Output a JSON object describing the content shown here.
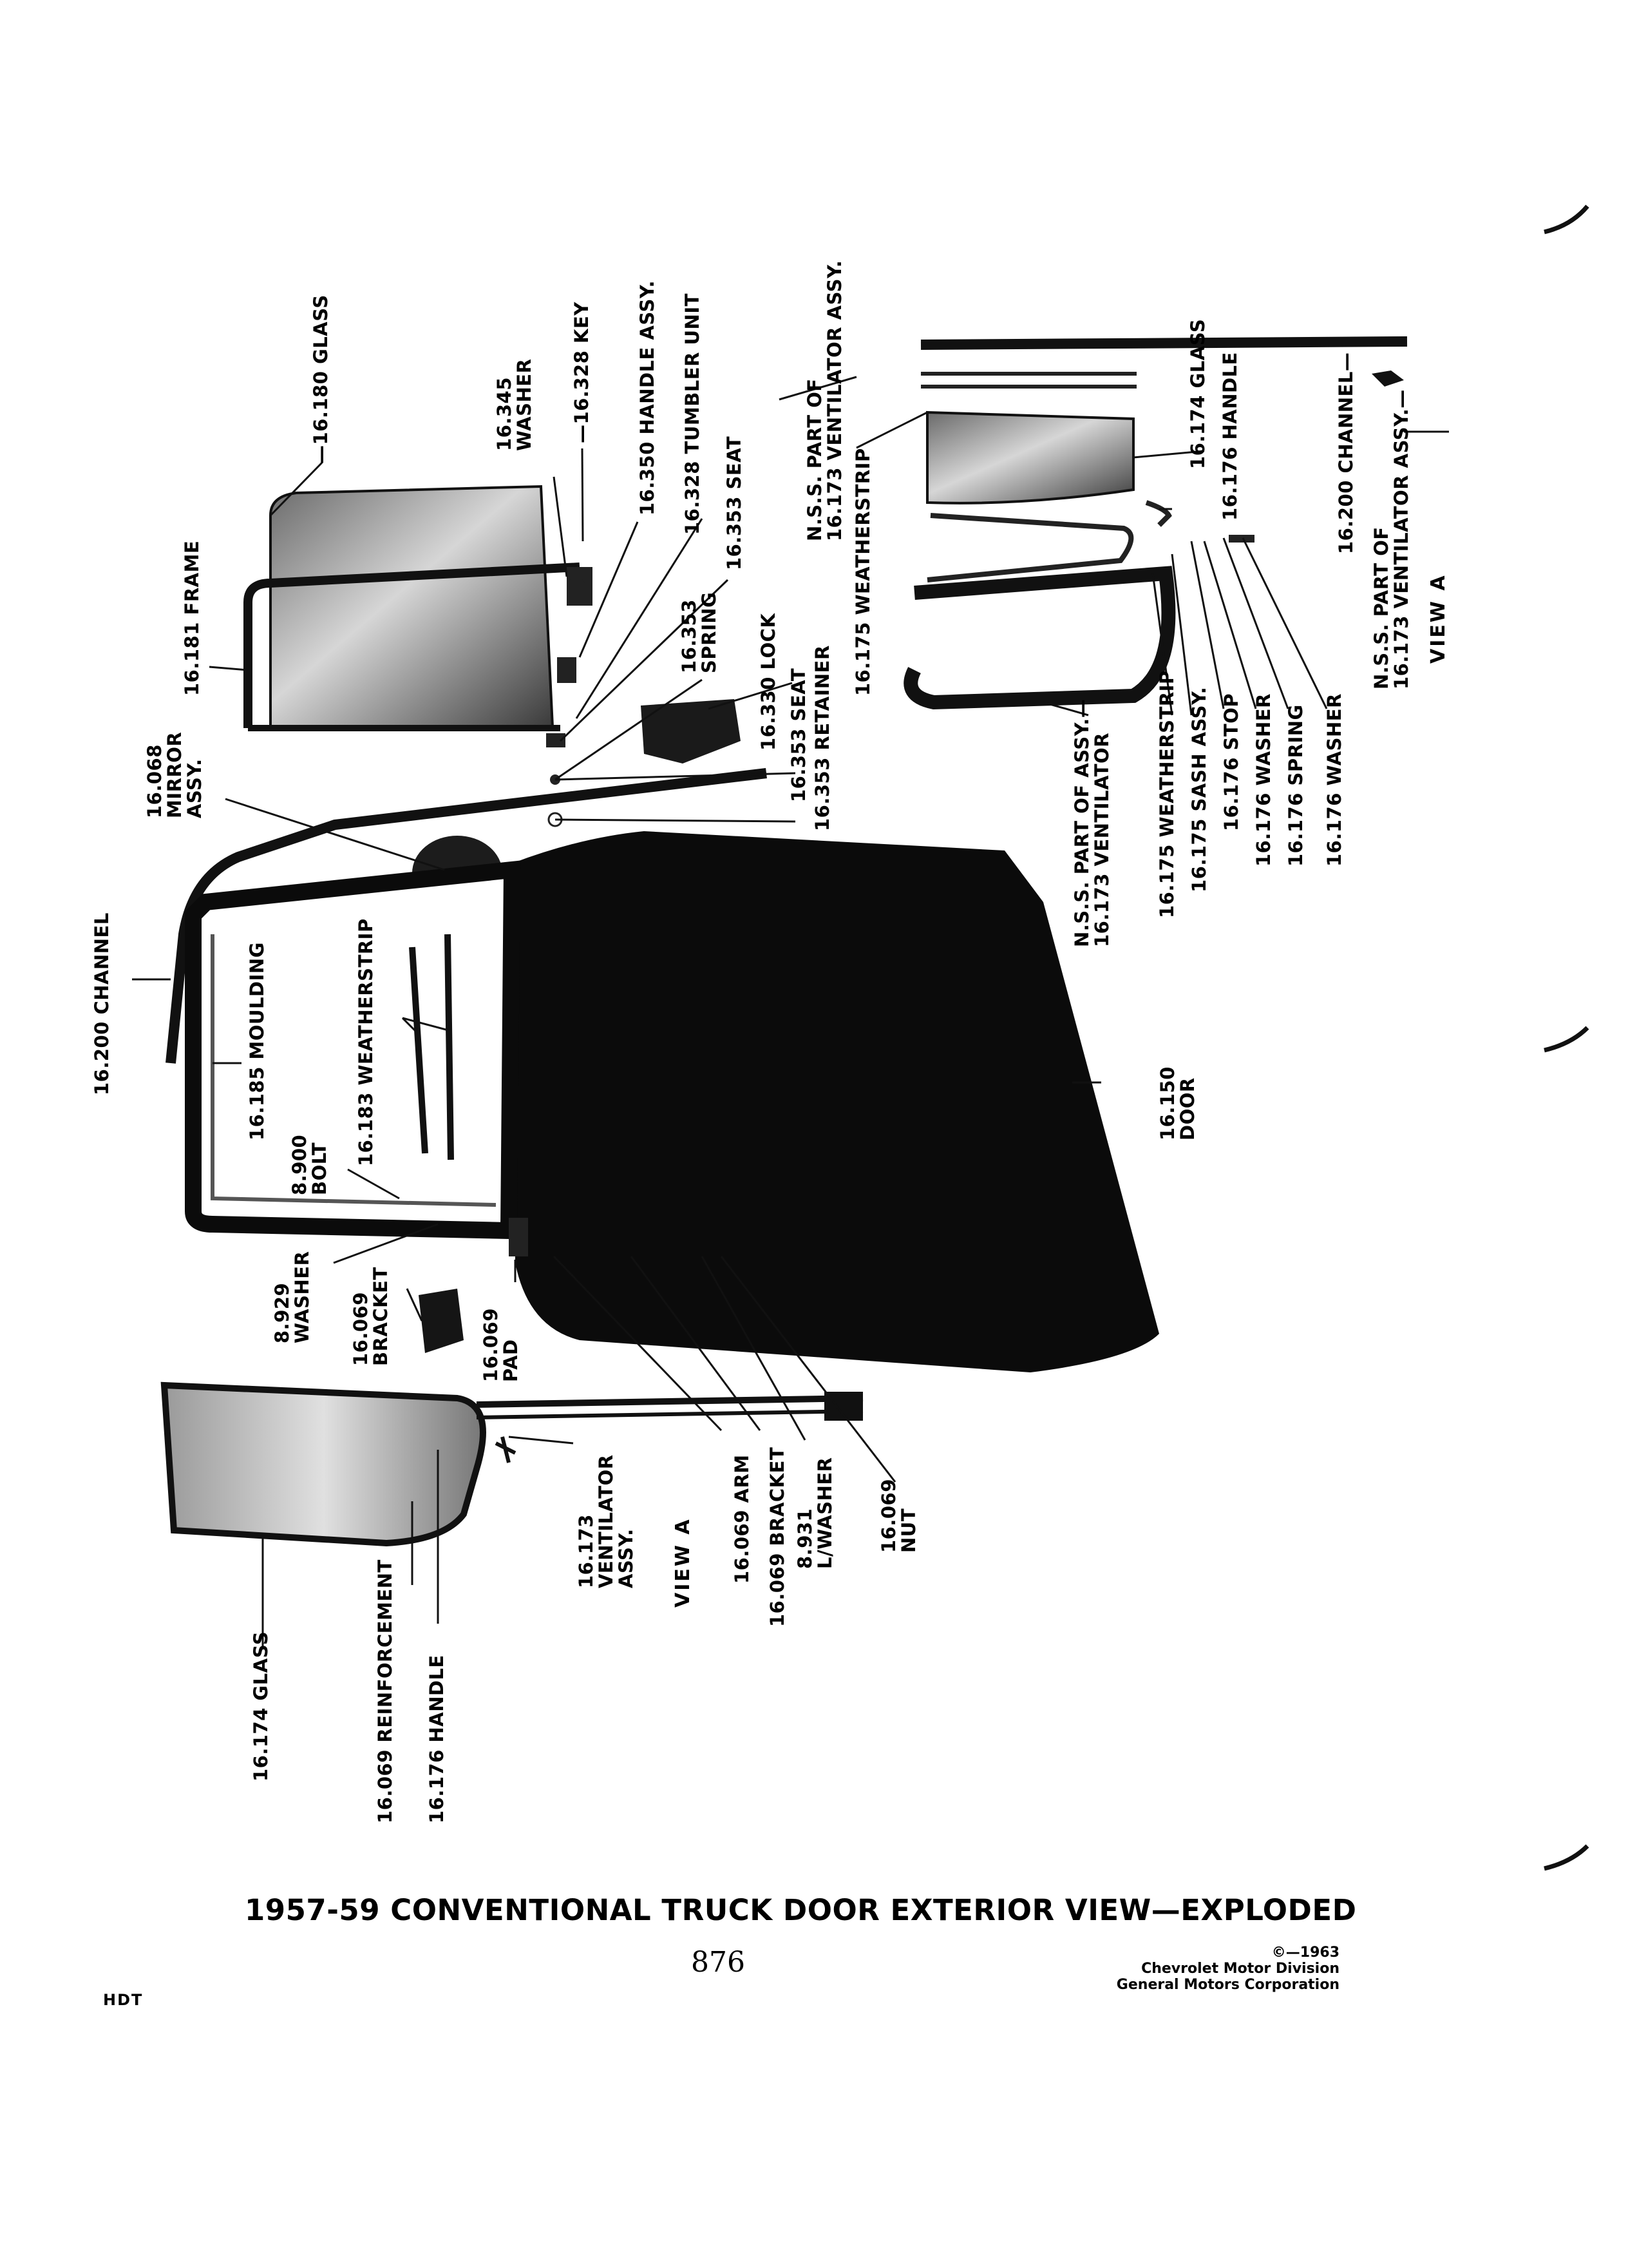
{
  "title": "1957-59 CONVENTIONAL TRUCK DOOR EXTERIOR VIEW—EXPLODED",
  "page_number": "876",
  "copyright": [
    "©—1963",
    "Chevrolet Motor Division",
    "General Motors Corporation"
  ],
  "section_code": "HDT",
  "view_label": "VIEW A",
  "labels": {
    "glass_16180": "—16.180 GLASS",
    "frame_16181": "16.181 FRAME",
    "washer_16345": "16.345\nWASHER",
    "key_16328": "—16.328 KEY",
    "handle_assy_16350": "16.350 HANDLE ASSY.",
    "tumbler_16328": "16.328 TUMBLER UNIT",
    "seat_16353_a": "16.353 SEAT",
    "spring_16353": "16.353\nSPRING",
    "lock_16330": "16.330 LOCK",
    "seat_16353_b": "16.353 SEAT",
    "retainer_16353": "16.353 RETAINER",
    "mirror_16068": "16.068\nMIRROR\nASSY.",
    "channel_16200_left": "16.200 CHANNEL",
    "moulding_16185": "16.185 MOULDING",
    "weatherstrip_16183": "16.183 WEATHERSTRIP",
    "bolt_8900": "8.900\nBOLT",
    "washer_8929": "8.929\nWASHER",
    "bracket_16069": "16.069\nBRACKET",
    "pad_16069": "16.069\nPAD",
    "door_16150": "16.150\nDOOR",
    "ventilator_assy_16173": "16.173\nVENTILATOR\nASSY.",
    "arm_16069": "16.069 ARM",
    "bracket_16069_b": "16.069 BRACKET",
    "lwasher_8931": "8.931\nL/WASHER",
    "nut_16069": "16.069\nNUT",
    "glass_16174_left": "16.174 GLASS",
    "reinforcement_16069": "16.069 REINFORCEMENT",
    "handle_16176_left": "16.176 HANDLE",
    "nss_ventilator_assy_top": "N.S.S. PART OF\n16.173 VENTILATOR ASSY.",
    "weatherstrip_16175_top": "16.175 WEATHERSTRIP",
    "nss_ventilator": "N.S.S. PART OF ASSY.—\n16.173 VENTILATOR",
    "weatherstrip_16175_b": "16.175 WEATHERSTRIP",
    "sash_16175": "16.175 SASH ASSY.",
    "stop_16176": "16.176 STOP",
    "washer_16176_a": "16.176 WASHER",
    "spring_16176": "16.176 SPRING",
    "washer_16176_b": "16.176 WASHER",
    "glass_16174_right": "16.174 GLASS",
    "handle_16176_right": "16.176 HANDLE",
    "channel_16200_right": "16.200 CHANNEL—",
    "nss_ventilator_assy_right": "N.S.S. PART OF\n16.173 VENTILATOR ASSY.—"
  }
}
